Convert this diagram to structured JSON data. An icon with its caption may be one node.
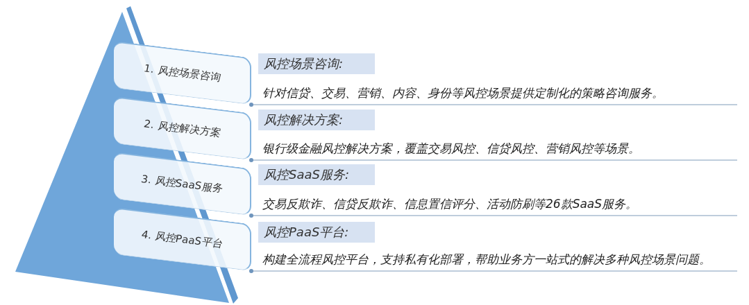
{
  "diagram": {
    "nodes": [
      {
        "text": [
          "1. 风控场景咨询"
        ]
      },
      {
        "text": [
          "风控场景咨询:"
        ],
        "beside": [
          "针对信贷、交易、营销、内容、身份等风控场景提供定制化的策略咨询服务。"
        ]
      },
      {
        "text": [
          "2. 风控解决方案"
        ]
      },
      {
        "text": [
          "风控解决方案:"
        ],
        "beside": [
          "银行级金融风控解决方案，覆盖交易风控、信贷风控、营销风控等场景。"
        ]
      },
      {
        "text": [
          "3. 风控SaaS服务"
        ]
      },
      {
        "text": [
          "风控SaaS服务:"
        ],
        "beside": [
          "交易反欺诈、信贷反欺诈、信息置信评分、活动防刷等26款SaaS服务。"
        ]
      },
      {
        "text": [
          "4. 风控PaaS平台"
        ]
      },
      {
        "text": [
          "风控PaaS平台:"
        ],
        "beside": [
          "构建全流程风控平台，支持私有化部署，帮助业务方一站式的解决多种风控场景问题。"
        ]
      }
    ]
  }
}
